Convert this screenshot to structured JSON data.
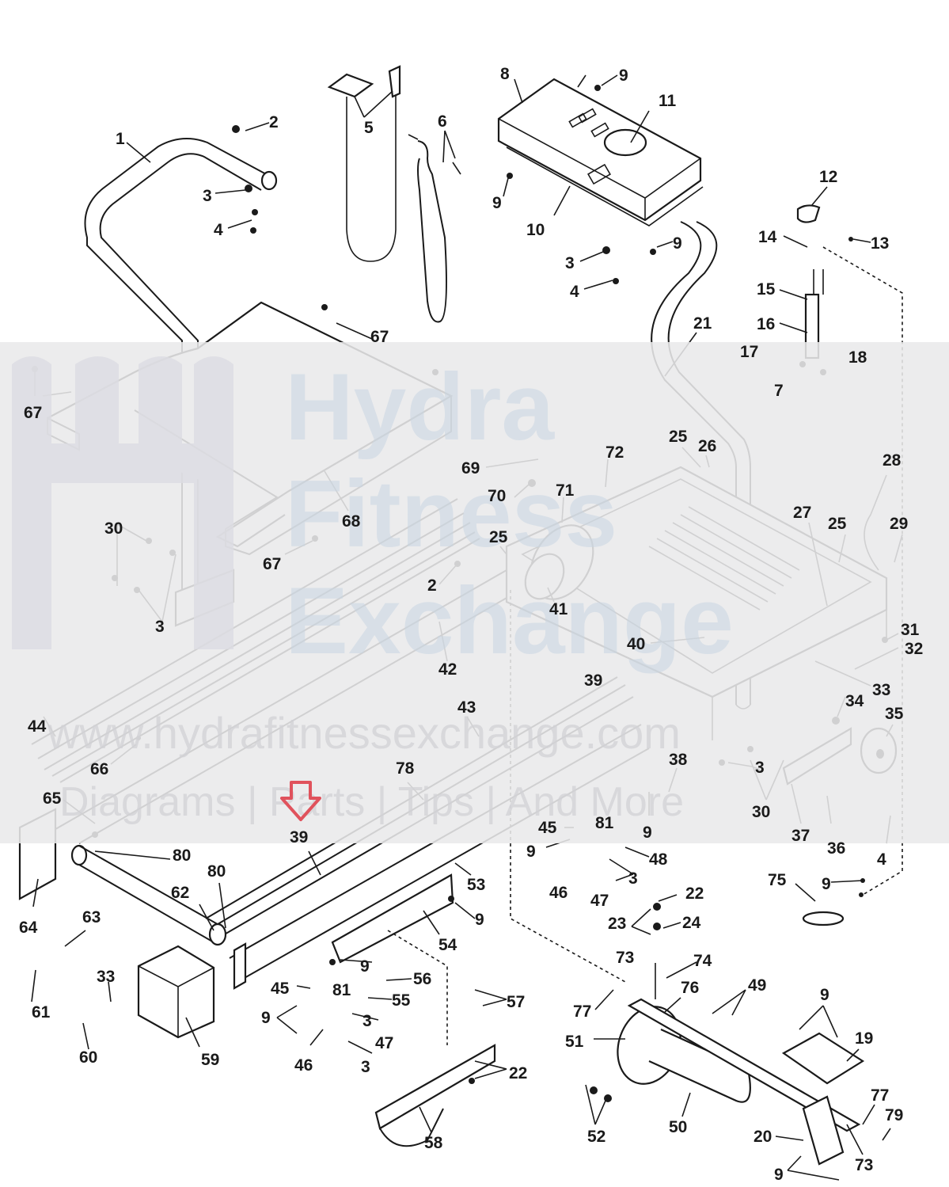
{
  "diagram": {
    "title": "Treadmill exploded parts diagram",
    "watermark": {
      "brand_line1": "Hydra",
      "brand_line2": "Fitness",
      "brand_line3": "Exchange",
      "url": "www.hydrafitnessexchange.com",
      "tagline": "Diagrams | Parts | Tips | And More"
    },
    "highlight": {
      "part": "39",
      "arrow_color": "#e0525c"
    },
    "callouts": [
      {
        "id": "c1",
        "text": "1"
      },
      {
        "id": "c2",
        "text": "2"
      },
      {
        "id": "c3a",
        "text": "3"
      },
      {
        "id": "c4a",
        "text": "4"
      },
      {
        "id": "c5",
        "text": "5"
      },
      {
        "id": "c6",
        "text": "6"
      },
      {
        "id": "c8",
        "text": "8"
      },
      {
        "id": "c9a",
        "text": "9"
      },
      {
        "id": "c11",
        "text": "11"
      },
      {
        "id": "c9b",
        "text": "9"
      },
      {
        "id": "c10",
        "text": "10"
      },
      {
        "id": "c9c",
        "text": "9"
      },
      {
        "id": "c3b",
        "text": "3"
      },
      {
        "id": "c4b",
        "text": "4"
      },
      {
        "id": "c12",
        "text": "12"
      },
      {
        "id": "c14",
        "text": "14"
      },
      {
        "id": "c13",
        "text": "13"
      },
      {
        "id": "c15",
        "text": "15"
      },
      {
        "id": "c16",
        "text": "16"
      },
      {
        "id": "c21",
        "text": "21"
      },
      {
        "id": "c17",
        "text": "17"
      },
      {
        "id": "c18",
        "text": "18"
      },
      {
        "id": "c7",
        "text": "7"
      },
      {
        "id": "c67a",
        "text": "67"
      },
      {
        "id": "c67b",
        "text": "67"
      },
      {
        "id": "c67c",
        "text": "67"
      },
      {
        "id": "c68",
        "text": "68"
      },
      {
        "id": "c25a",
        "text": "25"
      },
      {
        "id": "c26",
        "text": "26"
      },
      {
        "id": "c72",
        "text": "72"
      },
      {
        "id": "c69",
        "text": "69"
      },
      {
        "id": "c70",
        "text": "70"
      },
      {
        "id": "c71",
        "text": "71"
      },
      {
        "id": "c28",
        "text": "28"
      },
      {
        "id": "c27",
        "text": "27"
      },
      {
        "id": "c25b",
        "text": "25"
      },
      {
        "id": "c29",
        "text": "29"
      },
      {
        "id": "c30a",
        "text": "30"
      },
      {
        "id": "c3c",
        "text": "3"
      },
      {
        "id": "c25c",
        "text": "25"
      },
      {
        "id": "c2b",
        "text": "2"
      },
      {
        "id": "c41",
        "text": "41"
      },
      {
        "id": "c42",
        "text": "42"
      },
      {
        "id": "c40",
        "text": "40"
      },
      {
        "id": "c31",
        "text": "31"
      },
      {
        "id": "c32",
        "text": "32"
      },
      {
        "id": "c33a",
        "text": "33"
      },
      {
        "id": "c39a",
        "text": "39"
      },
      {
        "id": "c34",
        "text": "34"
      },
      {
        "id": "c35",
        "text": "35"
      },
      {
        "id": "c44",
        "text": "44"
      },
      {
        "id": "c43",
        "text": "43"
      },
      {
        "id": "c66",
        "text": "66"
      },
      {
        "id": "c78",
        "text": "78"
      },
      {
        "id": "c38",
        "text": "38"
      },
      {
        "id": "c3d",
        "text": "3"
      },
      {
        "id": "c30b",
        "text": "30"
      },
      {
        "id": "c65",
        "text": "65"
      },
      {
        "id": "c39b",
        "text": "39"
      },
      {
        "id": "c9d",
        "text": "9"
      },
      {
        "id": "c37",
        "text": "37"
      },
      {
        "id": "c36",
        "text": "36"
      },
      {
        "id": "c4c",
        "text": "4"
      },
      {
        "id": "c80a",
        "text": "80"
      },
      {
        "id": "c45a",
        "text": "45"
      },
      {
        "id": "c81a",
        "text": "81"
      },
      {
        "id": "c9e",
        "text": "9"
      },
      {
        "id": "c48",
        "text": "48"
      },
      {
        "id": "c3e",
        "text": "3"
      },
      {
        "id": "c46a",
        "text": "46"
      },
      {
        "id": "c47a",
        "text": "47"
      },
      {
        "id": "c75",
        "text": "75"
      },
      {
        "id": "c9f",
        "text": "9"
      },
      {
        "id": "c62",
        "text": "62"
      },
      {
        "id": "c80b",
        "text": "80"
      },
      {
        "id": "c53",
        "text": "53"
      },
      {
        "id": "c22a",
        "text": "22"
      },
      {
        "id": "c23",
        "text": "23"
      },
      {
        "id": "c24",
        "text": "24"
      },
      {
        "id": "c64",
        "text": "64"
      },
      {
        "id": "c63",
        "text": "63"
      },
      {
        "id": "c9g",
        "text": "9"
      },
      {
        "id": "c54",
        "text": "54"
      },
      {
        "id": "c9h",
        "text": "9"
      },
      {
        "id": "c56",
        "text": "56"
      },
      {
        "id": "c73a",
        "text": "73"
      },
      {
        "id": "c74",
        "text": "74"
      },
      {
        "id": "c49",
        "text": "49"
      },
      {
        "id": "c9i",
        "text": "9"
      },
      {
        "id": "c61",
        "text": "61"
      },
      {
        "id": "c33b",
        "text": "33"
      },
      {
        "id": "c45b",
        "text": "45"
      },
      {
        "id": "c81b",
        "text": "81"
      },
      {
        "id": "c55",
        "text": "55"
      },
      {
        "id": "c57",
        "text": "57"
      },
      {
        "id": "c76",
        "text": "76"
      },
      {
        "id": "c77a",
        "text": "77"
      },
      {
        "id": "c19",
        "text": "19"
      },
      {
        "id": "c9j",
        "text": "9"
      },
      {
        "id": "c3f",
        "text": "3"
      },
      {
        "id": "c47b",
        "text": "47"
      },
      {
        "id": "c51",
        "text": "51"
      },
      {
        "id": "c60",
        "text": "60"
      },
      {
        "id": "c59",
        "text": "59"
      },
      {
        "id": "c46b",
        "text": "46"
      },
      {
        "id": "c3g",
        "text": "3"
      },
      {
        "id": "c22b",
        "text": "22"
      },
      {
        "id": "c58",
        "text": "58"
      },
      {
        "id": "c52",
        "text": "52"
      },
      {
        "id": "c50",
        "text": "50"
      },
      {
        "id": "c77b",
        "text": "77"
      },
      {
        "id": "c79",
        "text": "79"
      },
      {
        "id": "c20",
        "text": "20"
      },
      {
        "id": "c73b",
        "text": "73"
      },
      {
        "id": "c9k",
        "text": "9"
      }
    ]
  }
}
